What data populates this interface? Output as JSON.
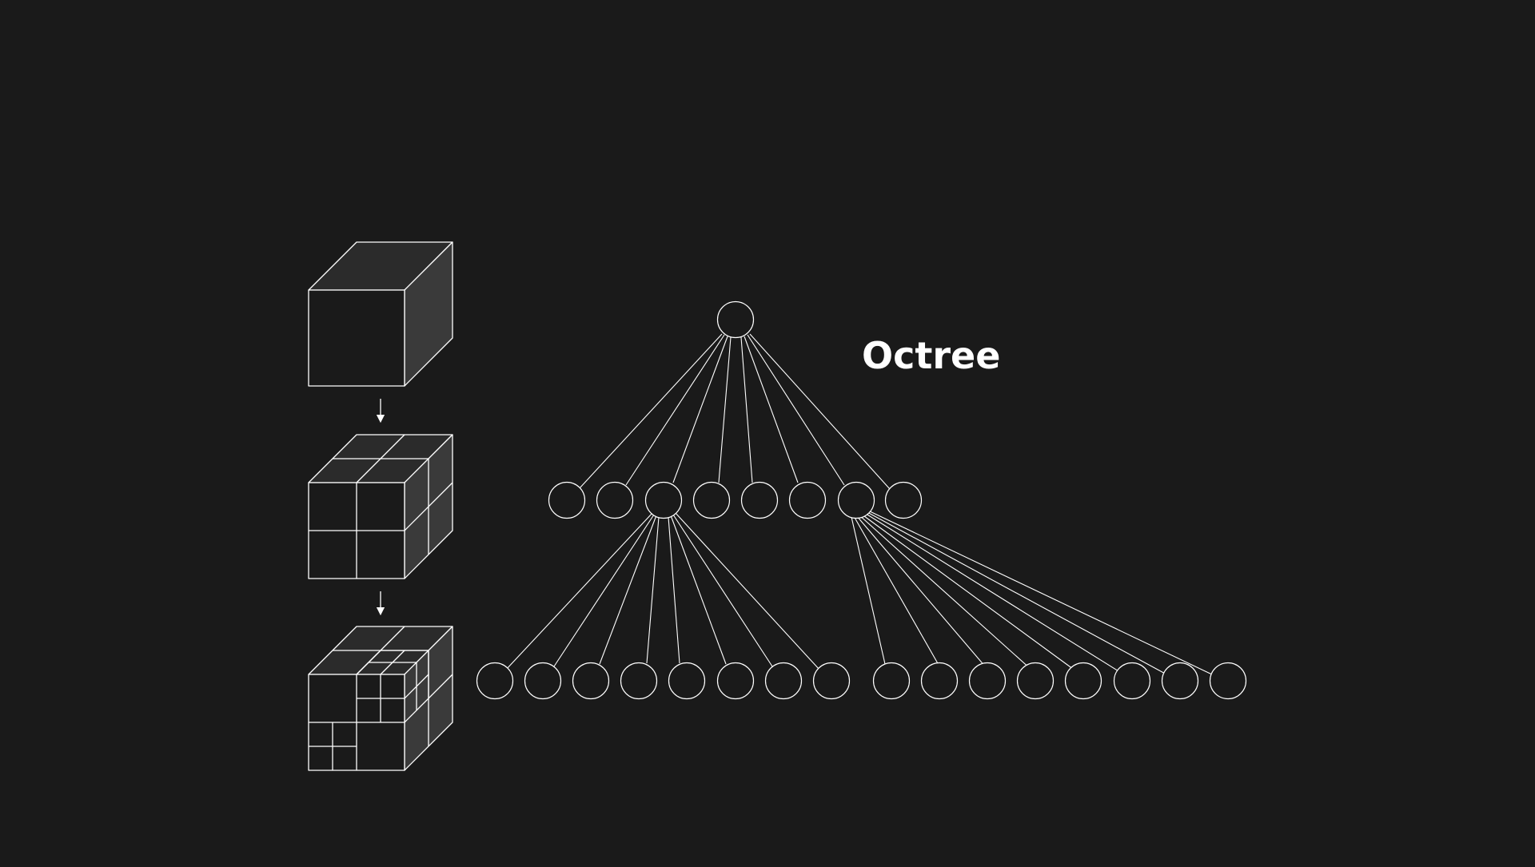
{
  "title": "Octree",
  "colors": {
    "background": "#1a1a1a",
    "stroke": "#ffffff",
    "face_top": "#2b2b2b",
    "face_side": "#3a3a3a",
    "face_front": "#1a1a1a"
  },
  "tree": {
    "branching_factor": 8,
    "levels": [
      {
        "level": 0,
        "node_count": 1
      },
      {
        "level": 1,
        "node_count": 8,
        "expanded_children": [
          3,
          7
        ]
      },
      {
        "level": 2,
        "node_count": 16
      }
    ]
  },
  "cubes": [
    {
      "name": "undivided-cube",
      "subdivision": 0
    },
    {
      "name": "subdivided-cube-level-1",
      "subdivision": 1
    },
    {
      "name": "subdivided-cube-level-2",
      "subdivision": 2
    }
  ]
}
